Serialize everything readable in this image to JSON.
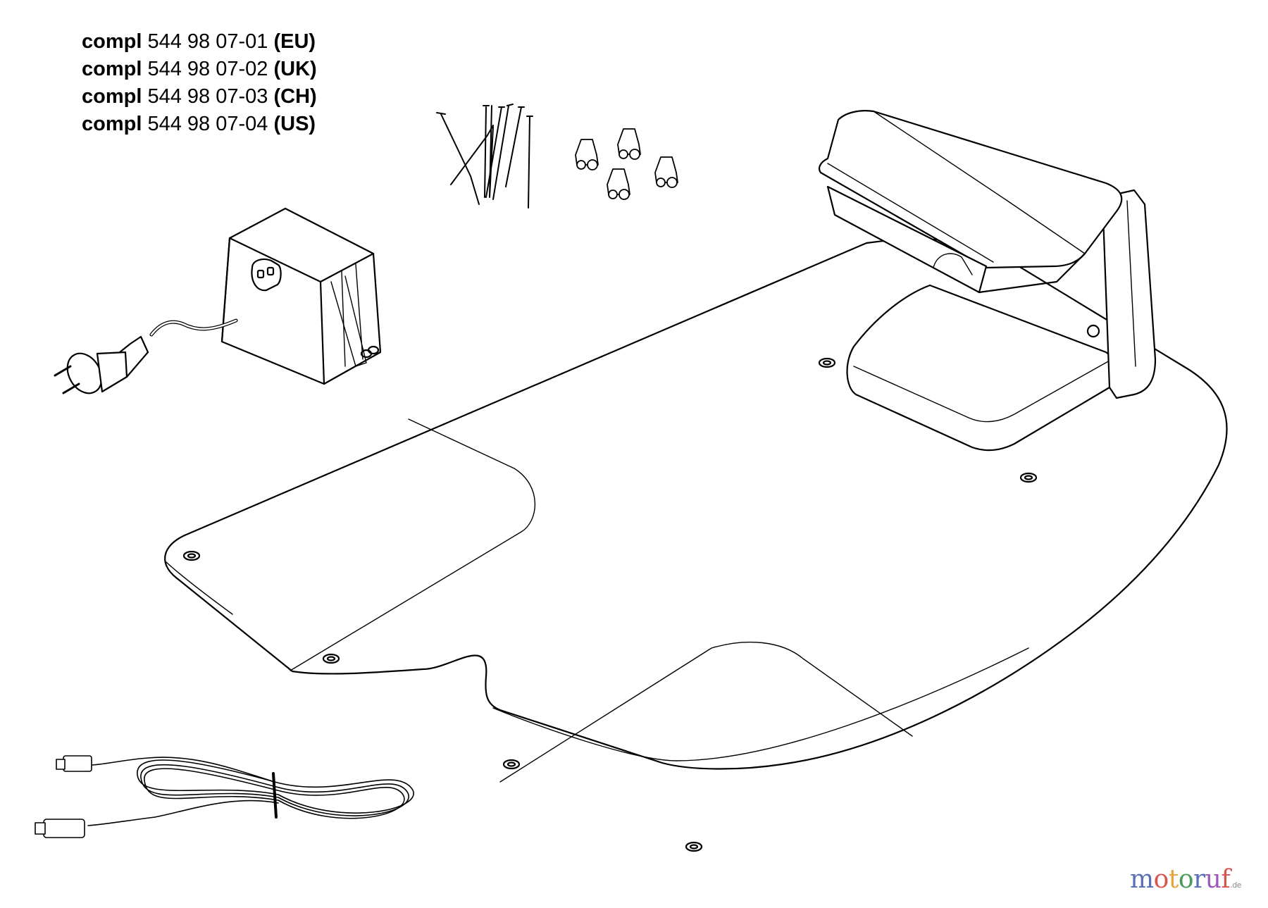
{
  "parts": [
    {
      "prefix": "compl",
      "number": "544 98 07-01",
      "region": "(EU)"
    },
    {
      "prefix": "compl",
      "number": "544 98 07-02",
      "region": "(UK)"
    },
    {
      "prefix": "compl",
      "number": "544 98 07-03",
      "region": "(CH)"
    },
    {
      "prefix": "compl",
      "number": "544 98 07-04",
      "region": "(US)"
    }
  ],
  "watermark": {
    "letters": [
      "m",
      "o",
      "t",
      "o",
      "r",
      "u",
      "f"
    ],
    "colors": [
      "#5a6fb5",
      "#d9534f",
      "#e8a33d",
      "#4a9a5a",
      "#5a6fb5",
      "#9a5ab5",
      "#d9534f"
    ],
    "suffix": ".de"
  }
}
